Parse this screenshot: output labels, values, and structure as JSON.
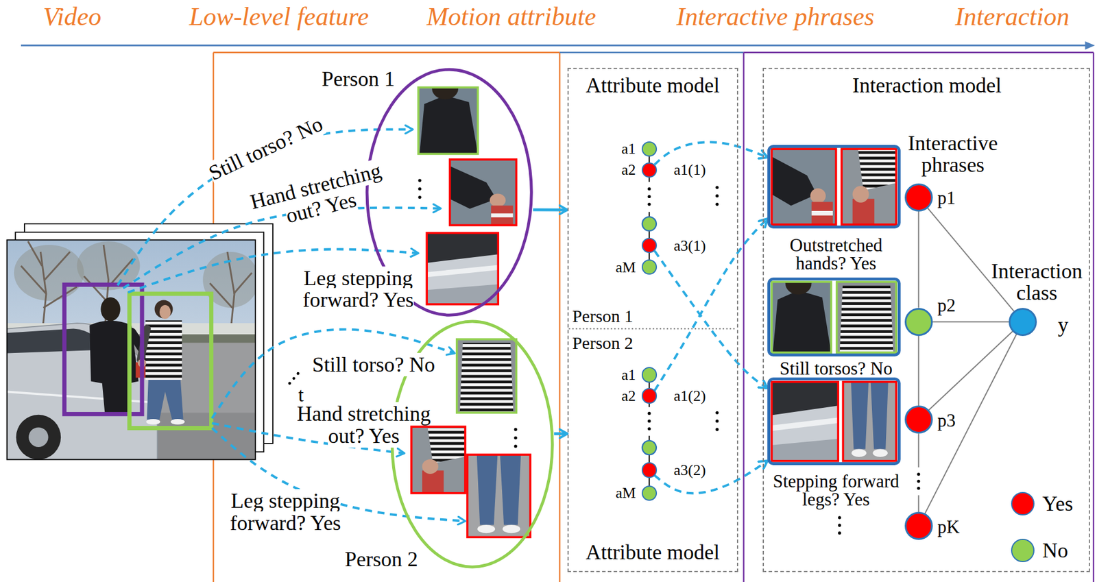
{
  "diagram": {
    "nodes": [
      {
        "text": [
          "Person 1"
        ]
      },
      {
        "text": [
          "Person 2"
        ]
      },
      {
        "text": [
          "Attribute model",
          "Person 1",
          "Person 2",
          "Attribute model"
        ]
      },
      {
        "text": [
          "a1"
        ],
        "in": 2
      },
      {
        "text": [
          "a2",
          "a1(1)"
        ],
        "in": 2
      },
      {
        "text": [
          "a3(1)"
        ],
        "in": 2
      },
      {
        "text": [
          "aM"
        ],
        "in": 2
      },
      {
        "text": [
          "a1"
        ],
        "in": 2
      },
      {
        "text": [
          "a2",
          "a1(2)"
        ],
        "in": 2
      },
      {
        "text": [
          "a3(2)"
        ],
        "in": 2
      },
      {
        "text": [
          "aM"
        ],
        "in": 2
      },
      {
        "text": [
          "Interaction model"
        ]
      },
      {
        "text": [
          "Outstretched hands? Yes"
        ],
        "in": 11
      },
      {
        "text": [
          "Still torsos? No"
        ],
        "in": 11
      },
      {
        "text": [
          "Stepping forward legs? Yes"
        ],
        "in": 11
      },
      {
        "text": [
          "p1"
        ],
        "in": 11
      },
      {
        "text": [
          "p2"
        ],
        "in": 11
      },
      {
        "text": [
          "p3"
        ],
        "in": 11
      },
      {
        "text": [
          "pK"
        ],
        "in": 11
      },
      {
        "text": [
          "Interaction class",
          "y"
        ],
        "in": 11
      }
    ],
    "edges": [
      {
        "from": 0,
        "to": 2,
        "arrow": "to"
      },
      {
        "from": 1,
        "to": 2,
        "arrow": "to"
      },
      {
        "from": 4,
        "to": 12,
        "arrow": "to"
      },
      {
        "from": 5,
        "to": 14,
        "arrow": "to"
      },
      {
        "from": 8,
        "to": 12,
        "arrow": "to"
      },
      {
        "from": 9,
        "to": 14,
        "arrow": "to"
      },
      {
        "from": 15,
        "to": 16,
        "arrow": "none"
      },
      {
        "from": 16,
        "to": 17,
        "arrow": "none"
      },
      {
        "from": 17,
        "to": 18,
        "arrow": "none"
      },
      {
        "from": 15,
        "to": 19,
        "arrow": "none"
      },
      {
        "from": 16,
        "to": 19,
        "arrow": "none"
      },
      {
        "from": 17,
        "to": 19,
        "arrow": "none"
      },
      {
        "from": 18,
        "to": 19,
        "arrow": "none"
      }
    ],
    "labels": [
      "Video",
      "Low-level feature",
      "Motion attribute",
      "Interactive phrases",
      "Interaction",
      "Still torso? No",
      "Hand stretching out? Yes",
      "Leg stepping forward? Yes",
      "Still torso? No",
      "Hand stretching out? Yes",
      "Leg stepping forward? Yes",
      "t",
      "Interactive phrases"
    ],
    "legend": [
      {
        "text": "Yes",
        "color": "#ff0000"
      },
      {
        "text": "No",
        "color": "#92d050"
      }
    ]
  }
}
